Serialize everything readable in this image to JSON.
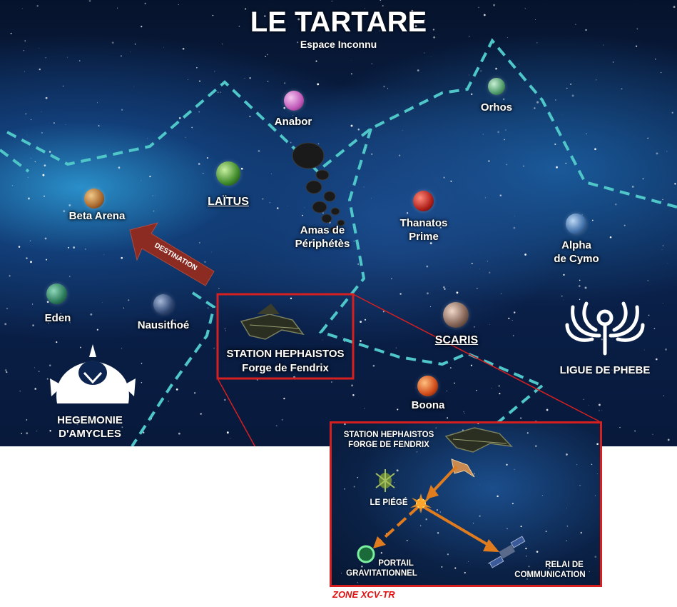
{
  "map": {
    "title": "LE TARTARE",
    "subtitle": "Espace Inconnu",
    "planets": {
      "anabor": "Anabor",
      "orhos": "Orhos",
      "laitus": "LAÏTUS",
      "beta_arena": "Beta Arena",
      "amas_line1": "Amas de",
      "amas_line2": "Périphétès",
      "thanatos_line1": "Thanatos",
      "thanatos_line2": "Prime",
      "alpha_line1": "Alpha",
      "alpha_line2": "de Cymo",
      "eden": "Eden",
      "nausithoe": "Nausithoé",
      "scaris": "SCARIS",
      "boona": "Boona"
    },
    "station": {
      "line1": "STATION HEPHAISTOS",
      "line2": "Forge de Fendrix"
    },
    "destination_label": "DESTINATION",
    "factions": {
      "hegemonie_line1": "HEGEMONIE",
      "hegemonie_line2": "D'AMYCLES",
      "ligue": "LIGUE DE PHEBE"
    }
  },
  "inset": {
    "station_line1": "STATION HEPHAISTOS",
    "station_line2": "FORGE DE FENDRIX",
    "trap": "LE PIÉGÉ",
    "portal_line1": "PORTAIL",
    "portal_line2": "GRAVITATIONNEL",
    "relay_line1": "RELAI DE",
    "relay_line2": "COMMUNICATION",
    "zone_label": "ZONE XCV-TR"
  },
  "colors": {
    "border_dash": "#4fc7c9",
    "highlight": "#d61f1f",
    "arrow": "#e07b1e",
    "destination_arrow": "#8b2b22"
  }
}
